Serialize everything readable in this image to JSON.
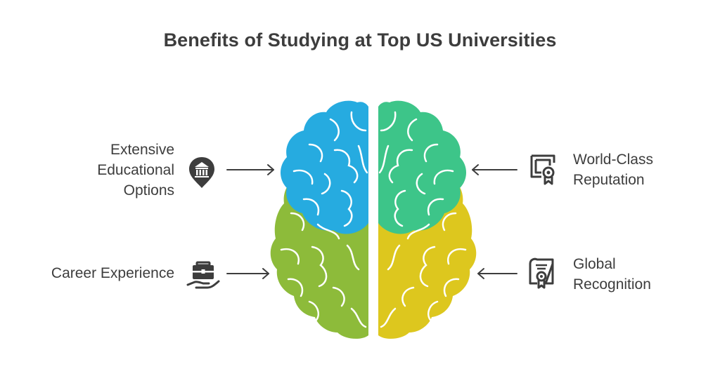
{
  "title": "Benefits of Studying at Top US Universities",
  "benefits": {
    "top_left": {
      "lines": [
        "Extensive",
        "Educational",
        "Options"
      ],
      "icon": "museum-map-pin-icon"
    },
    "bottom_left": {
      "lines": [
        "Career Experience"
      ],
      "icon": "briefcase-in-hand-icon"
    },
    "top_right": {
      "lines": [
        "World-Class",
        "Reputation"
      ],
      "icon": "certificate-icon"
    },
    "bottom_right": {
      "lines": [
        "Global",
        "Recognition"
      ],
      "icon": "diploma-award-icon"
    }
  },
  "colors": {
    "blue": "#26ABE0",
    "teal": "#3DC589",
    "olive": "#8DBB3A",
    "yellow": "#DDC71E",
    "text": "#3d3d3d",
    "icon": "#3d3d3d"
  }
}
